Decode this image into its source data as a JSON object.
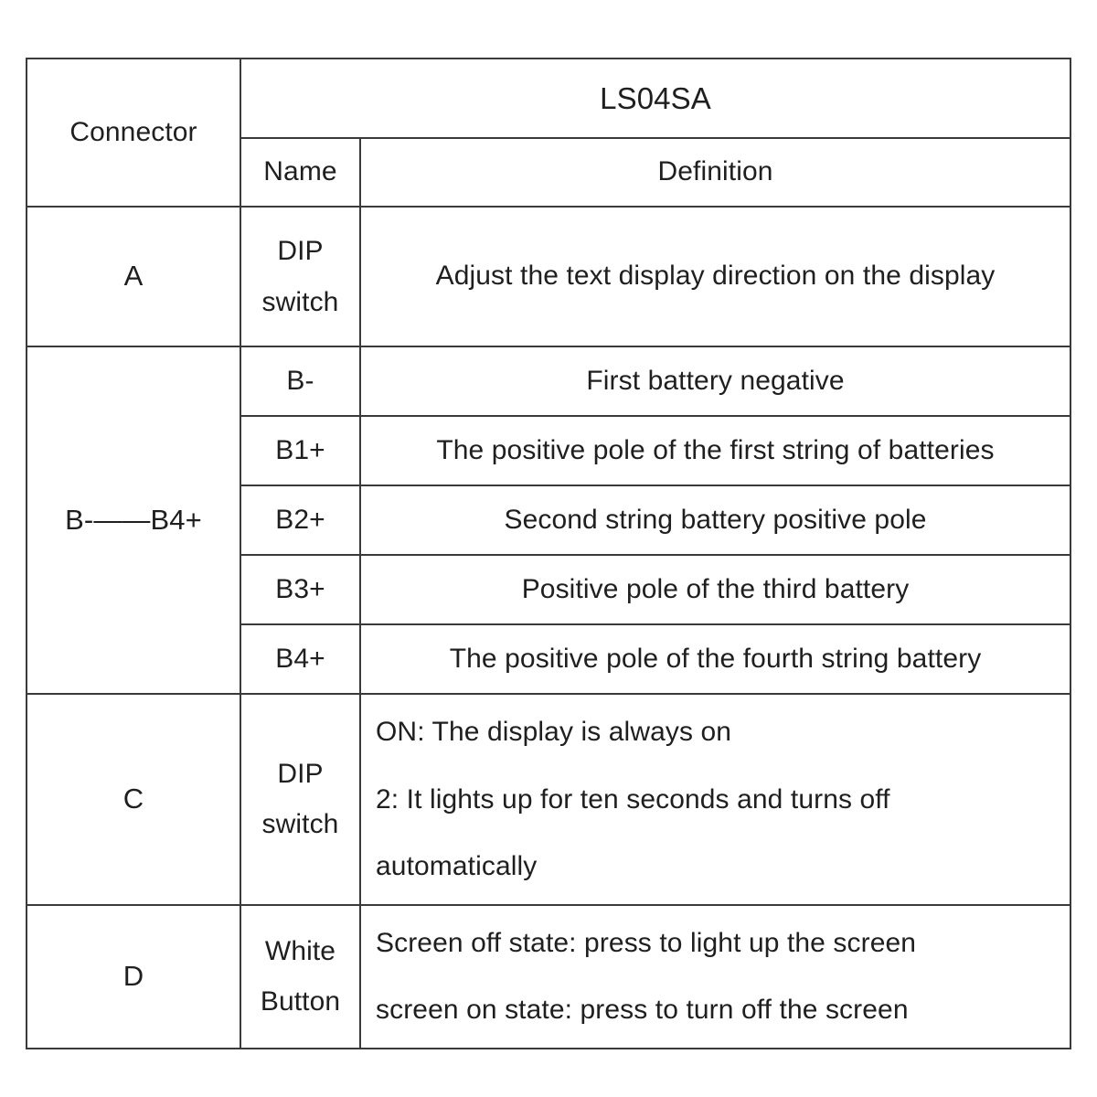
{
  "table": {
    "headers": {
      "connector": "Connector",
      "model": "LS04SA",
      "name": "Name",
      "definition": "Definition"
    },
    "groups": [
      {
        "connector": "A",
        "rows": [
          {
            "name_line1": "DIP",
            "name_line2": "switch",
            "definition": "Adjust the text display direction on the display"
          }
        ]
      },
      {
        "connector": "B-——B4+",
        "rows": [
          {
            "name": "B-",
            "definition": "First battery negative"
          },
          {
            "name": "B1+",
            "definition": "The positive pole of the first string of batteries"
          },
          {
            "name": "B2+",
            "definition": "Second string battery positive pole"
          },
          {
            "name": "B3+",
            "definition": "Positive pole of the third battery"
          },
          {
            "name": "B4+",
            "definition": "The positive pole of the fourth string battery"
          }
        ]
      },
      {
        "connector": "C",
        "rows": [
          {
            "name_line1": "DIP",
            "name_line2": "switch",
            "definition_line1": "ON: The display is always on",
            "definition_line2": "2: It lights up for ten seconds and turns off",
            "definition_line3": "automatically"
          }
        ]
      },
      {
        "connector": "D",
        "rows": [
          {
            "name_line1": "White",
            "name_line2": "Button",
            "definition_line1": "Screen off state: press to light up the screen",
            "definition_line2": "screen on state: press to turn off the screen"
          }
        ]
      }
    ]
  },
  "style": {
    "border_color": "#3a3a3a",
    "text_color": "#1f1f1f",
    "background": "#ffffff"
  }
}
